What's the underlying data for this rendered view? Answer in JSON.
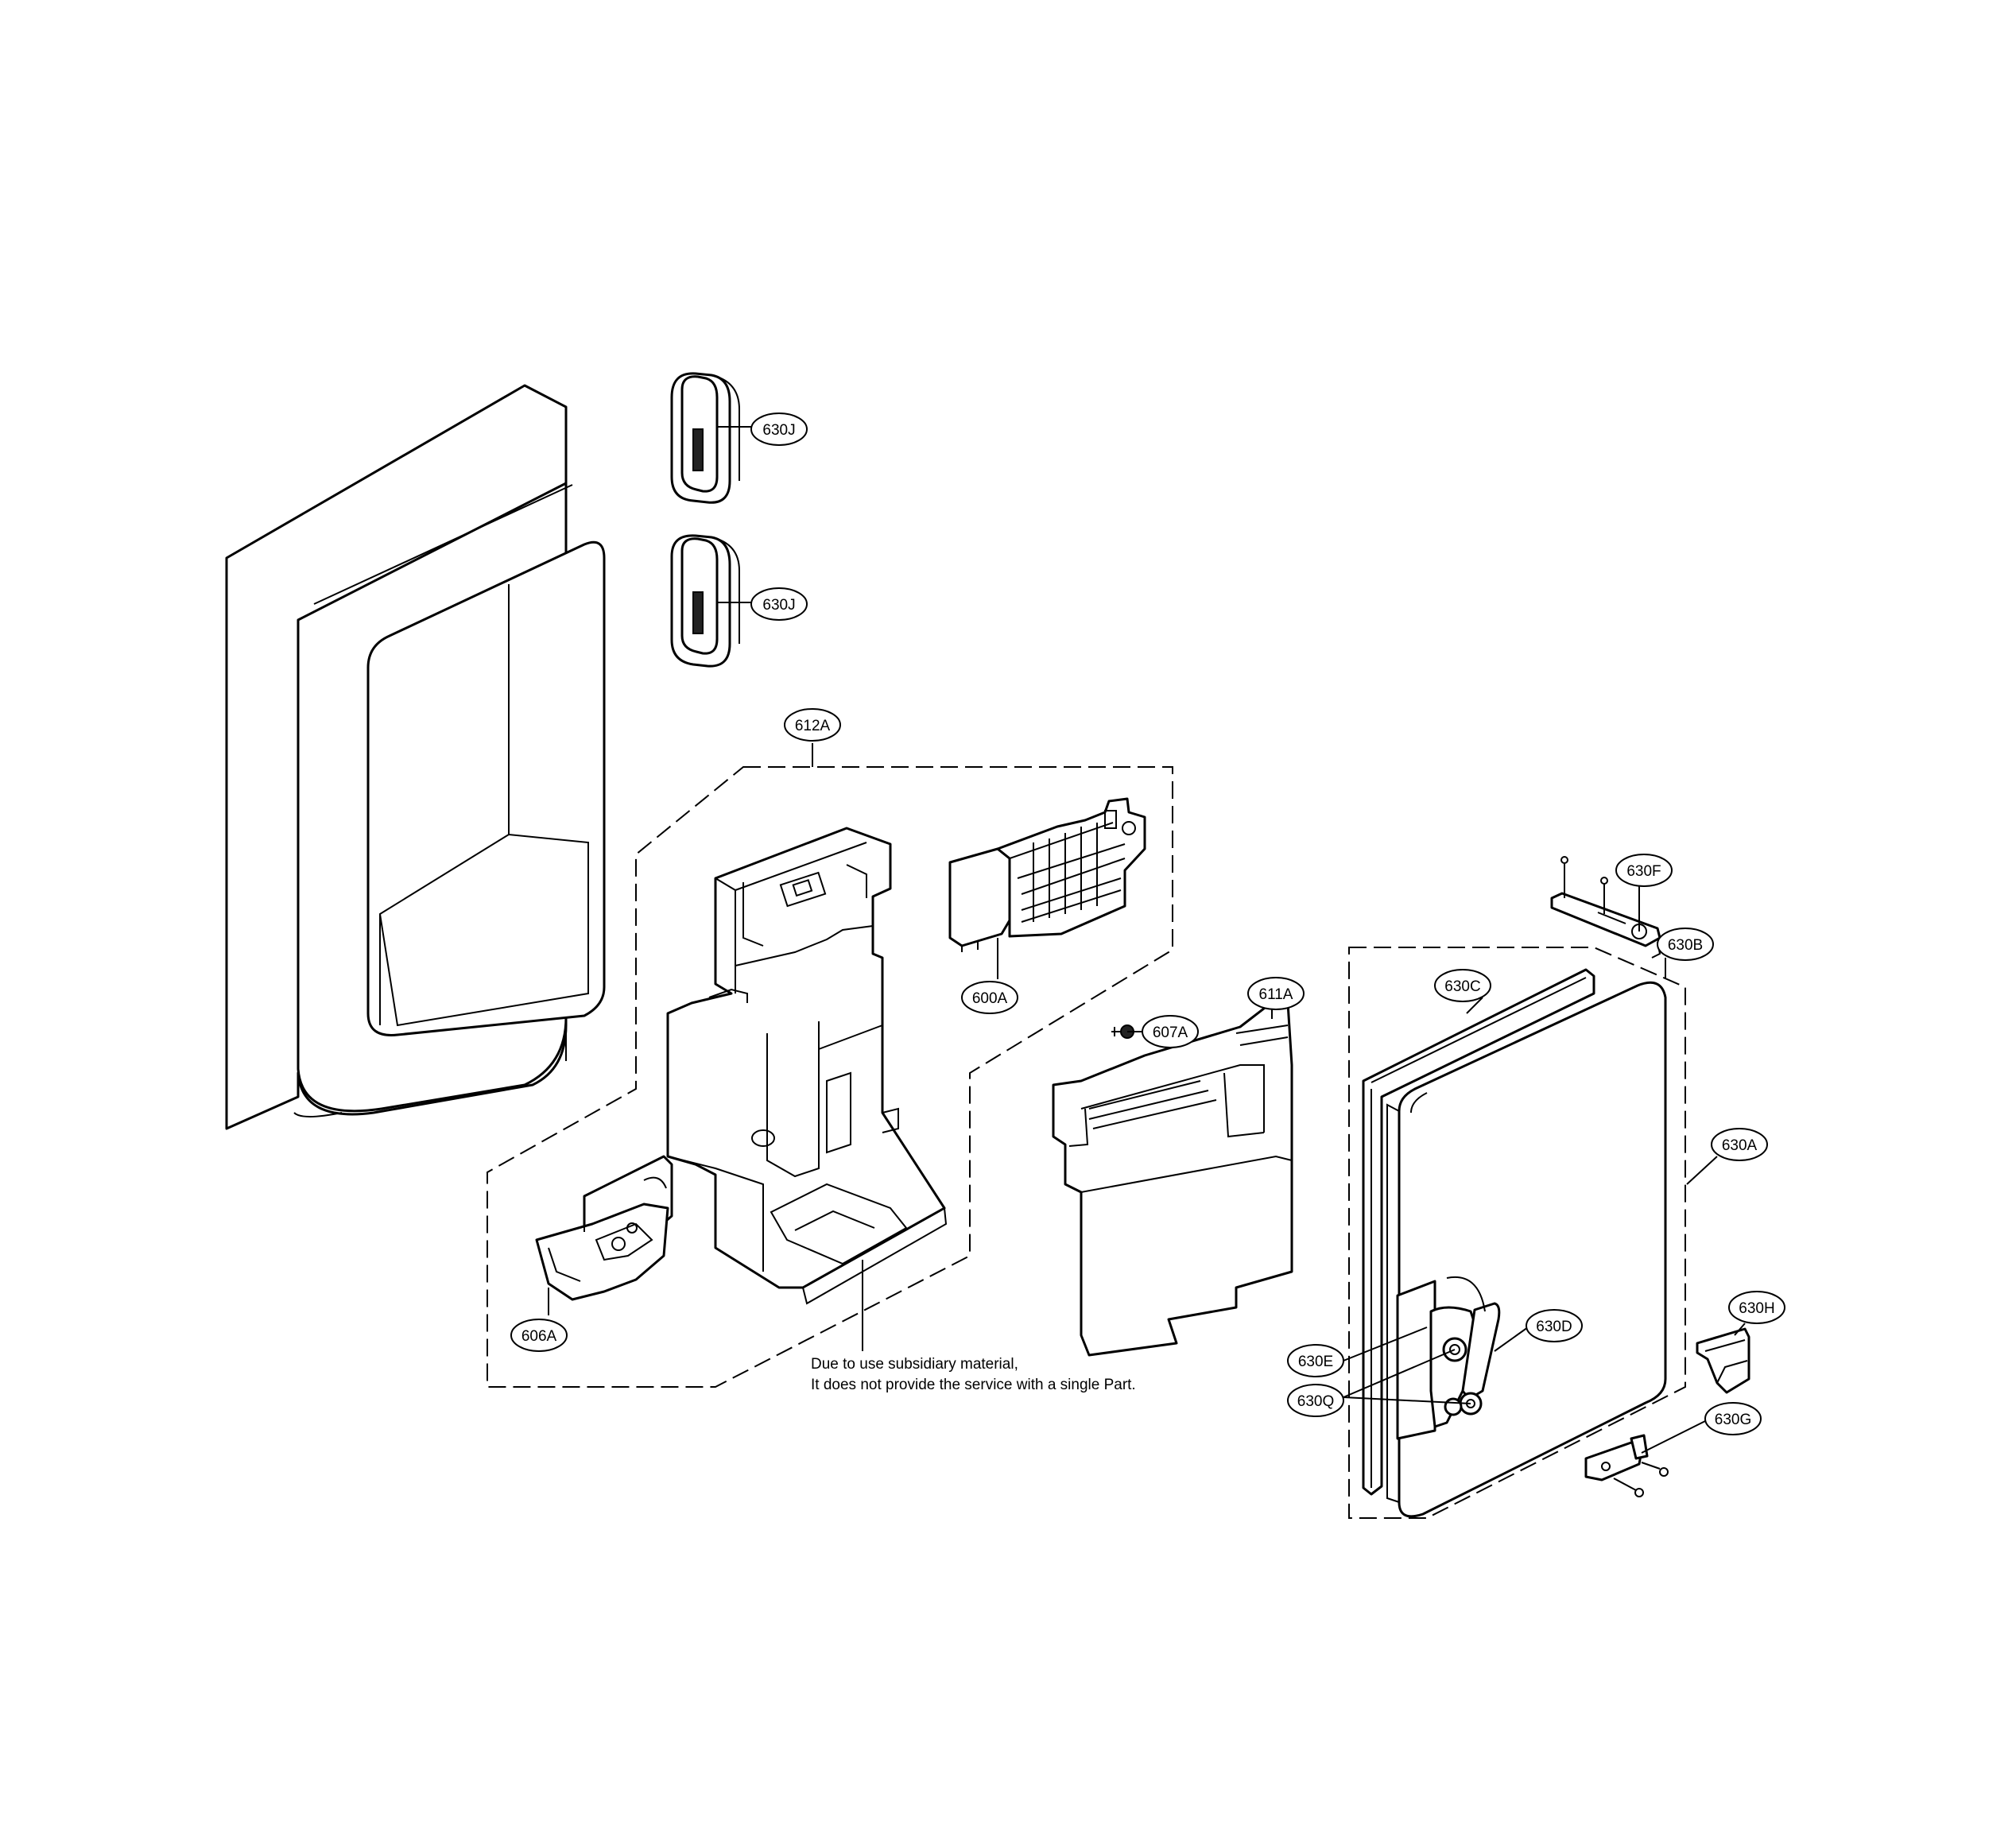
{
  "callouts": {
    "c630J_top": "630J",
    "c630J_bottom": "630J",
    "c612A": "612A",
    "c600A": "600A",
    "c607A": "607A",
    "c611A": "611A",
    "c606A": "606A",
    "c630F": "630F",
    "c630B": "630B",
    "c630C": "630C",
    "c630A": "630A",
    "c630H": "630H",
    "c630D": "630D",
    "c630E": "630E",
    "c630Q": "630Q",
    "c630G": "630G"
  },
  "note": {
    "line1": "Due to use subsidiary material,",
    "line2": "It does not provide the service with a single Part."
  }
}
